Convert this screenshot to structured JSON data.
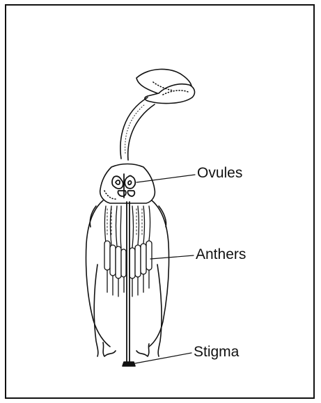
{
  "diagram": {
    "labels": {
      "ovules": "Ovules",
      "anthers": "Anthers",
      "stigma": "Stigma"
    },
    "colors": {
      "ink": "#111111",
      "paper": "#ffffff"
    }
  }
}
